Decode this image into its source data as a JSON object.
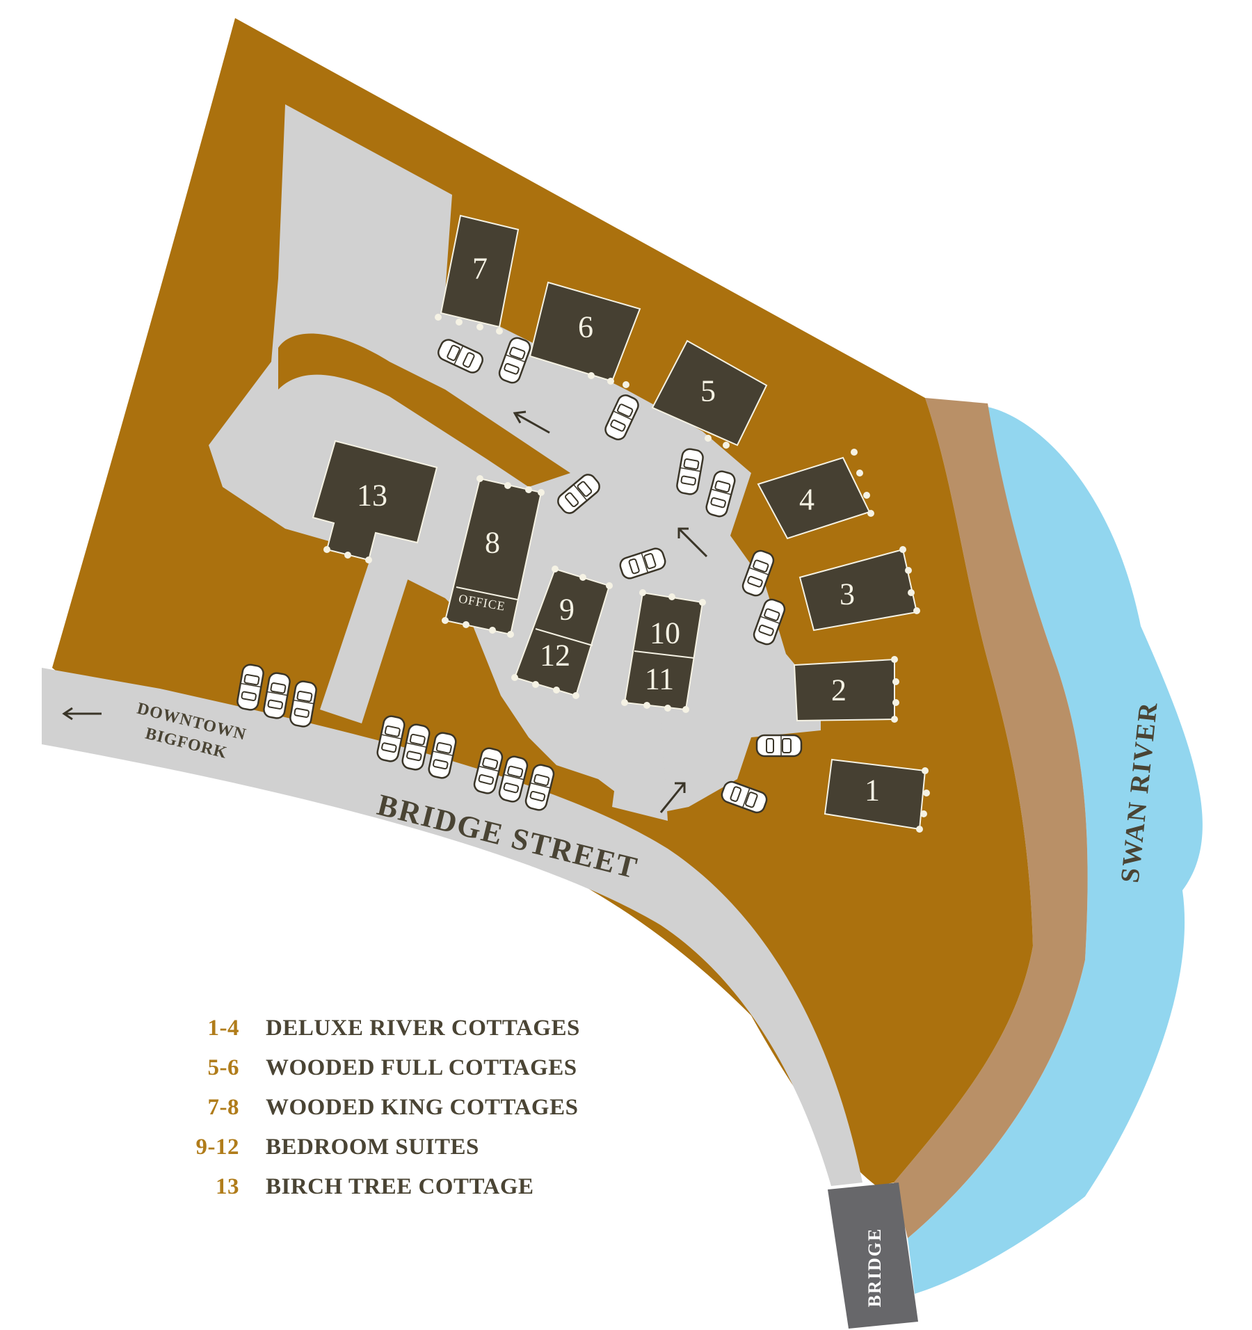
{
  "labels": {
    "street": "BRIDGE STREET",
    "downtown_line1": "DOWNTOWN",
    "downtown_line2": "BIGFORK",
    "river": "SWAN RIVER",
    "bridge": "BRIDGE",
    "office": "OFFICE"
  },
  "cottages": [
    "1",
    "2",
    "3",
    "4",
    "5",
    "6",
    "7",
    "8",
    "9",
    "10",
    "11",
    "12",
    "13"
  ],
  "legend": [
    {
      "range": "1-4",
      "name": "DELUXE RIVER COTTAGES"
    },
    {
      "range": "5-6",
      "name": "WOODED FULL COTTAGES"
    },
    {
      "range": "7-8",
      "name": "WOODED KING COTTAGES"
    },
    {
      "range": "9-12",
      "name": "BEDROOM SUITES"
    },
    {
      "range": "13",
      "name": "BIRCH TREE COTTAGE"
    }
  ],
  "colors": {
    "land": "#ab710e",
    "bank": "#b99067",
    "water": "#92d6ef",
    "road": "#d1d1d1",
    "building": "#464032",
    "bridge": "#67676a",
    "legend_range": "#b07c1a",
    "legend_text": "#4a4434"
  },
  "icons": [
    "car-icon",
    "arrow-icon",
    "deck-light-icon"
  ]
}
